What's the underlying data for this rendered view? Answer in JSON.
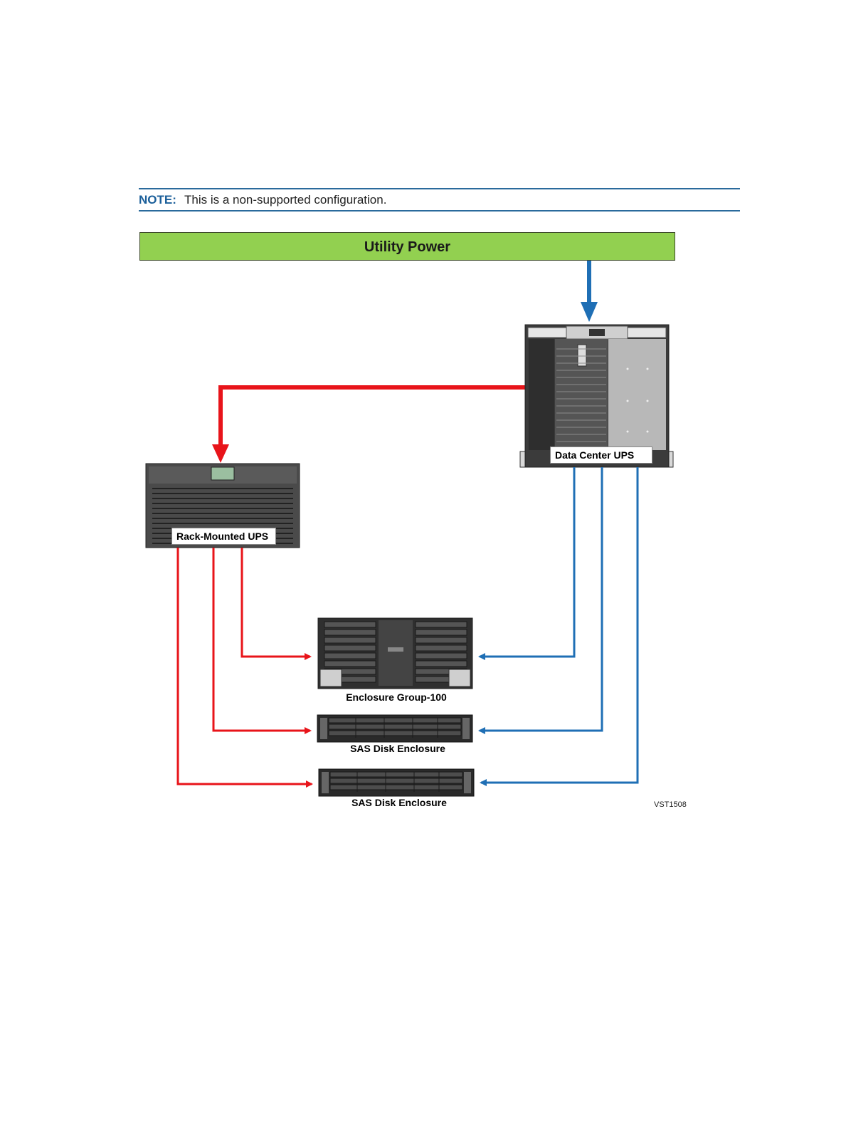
{
  "note": {
    "label": "NOTE:",
    "text": "This is a non-supported configuration."
  },
  "utility_power": "Utility Power",
  "data_center_ups": "Data Center UPS",
  "rack_mounted_ups": "Rack-Mounted UPS",
  "enclosure_group": "Enclosure Group-100",
  "sas_disk_enclosure_1": "SAS Disk Enclosure",
  "sas_disk_enclosure_2": "SAS Disk Enclosure",
  "figure_id": "VST1508",
  "colors": {
    "utility": "#92d050",
    "red_power": "#e8141a",
    "blue_power": "#1f6fb5",
    "note_rule": "#2a6a9c"
  }
}
